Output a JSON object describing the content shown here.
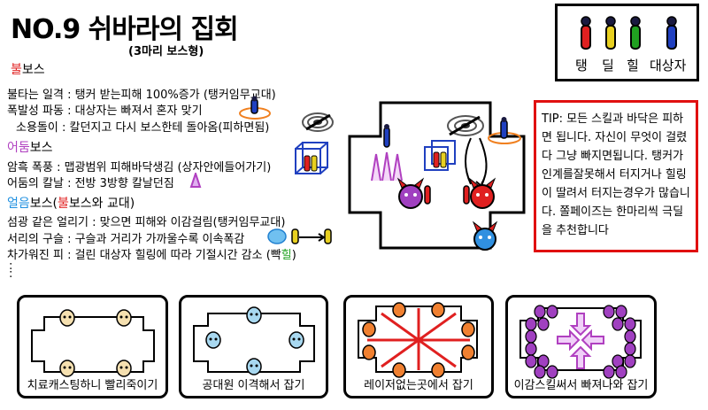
{
  "title": "NO.9 쉬바라의 집회",
  "subtitle": "(3마리 보스형)",
  "legend": {
    "items": [
      "탱",
      "딜",
      "힐",
      "대상자"
    ],
    "colors": [
      "#e02020",
      "#e8d020",
      "#20a020",
      "#2040c0"
    ]
  },
  "fire_boss": {
    "header_prefix": "불",
    "header_suffix": "보스",
    "lines": [
      "불타는 일격 : 탱커 받는피해 100%증가 (탱커임무교대)",
      "폭발성 파동 : 대상자는 빠져서 혼자 맞기",
      "소용돌이 : 칼던지고 다시 보스한테 돌아옴(피하면됨)"
    ]
  },
  "dark_boss": {
    "header_prefix": "어둠",
    "header_suffix": "보스",
    "lines": [
      "암흑 폭풍 : 맵광범위 피해바닥생김 (상자안에들어가기)",
      "어둠의 칼날 : 전방 3방향 칼날던짐"
    ]
  },
  "ice_boss": {
    "header_prefix": "얼음",
    "header_mid": "보스(",
    "header_fire": "불",
    "header_suffix": "보스와 교대)",
    "lines": [
      "섬광 같은 얼리기 : 맞으면 피해와 이감걸림(탱커임무교대)",
      "서리의 구슬 : 구슬과 거리가 가까울수록 이속폭감",
      "차가워진 피 : 걸린 대상자 힐링에 따라 기절시간 감소 (빡"
    ],
    "last_green": "힐",
    "last_close": ")"
  },
  "tip": "TIP: 모든 스킬과 바닥은 피하면 됩니다. 자신이 무엇이 걸렸다 그냥 빠지면됩니다. 탱커가 인계를잘못해서 터지거나 힐링이 딸려서 터지는경우가 많습니다. 쫄페이즈는 한마리씩 극딜을 추천합니다",
  "panels": [
    {
      "caption": "치료캐스팅하니 빨리죽이기"
    },
    {
      "caption": "공대원 이격해서 잡기"
    },
    {
      "caption": "레이저없는곳에서 잡기"
    },
    {
      "caption": "이감스킬써서 빠져나와 잡기"
    }
  ]
}
